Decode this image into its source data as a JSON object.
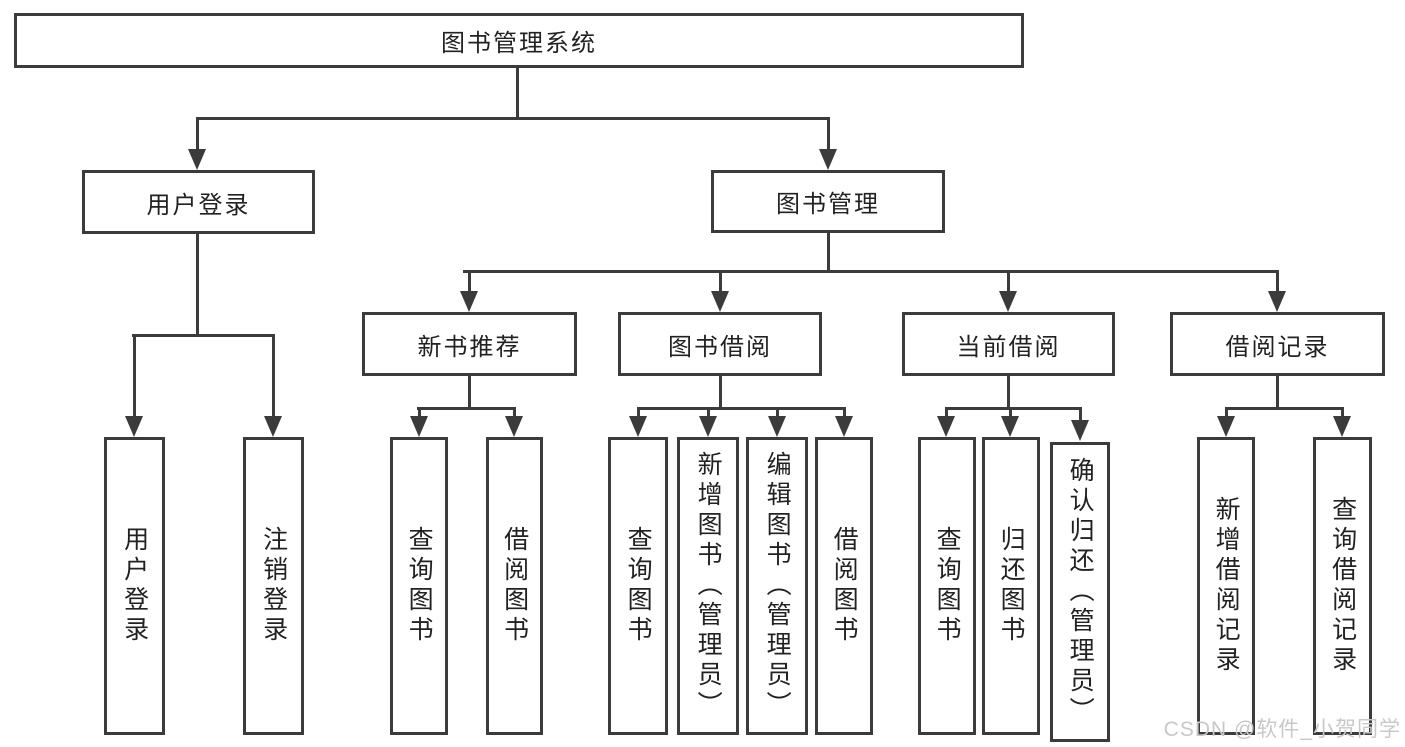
{
  "diagram": {
    "root": {
      "label": "图书管理系统"
    },
    "user_login": {
      "label": "用户登录",
      "children": [
        {
          "label": "用户登录"
        },
        {
          "label": "注销登录"
        }
      ]
    },
    "book_mgmt": {
      "label": "图书管理",
      "children": [
        {
          "label": "新书推荐",
          "children": [
            {
              "label": "查询图书"
            },
            {
              "label": "借阅图书"
            }
          ]
        },
        {
          "label": "图书借阅",
          "children": [
            {
              "label": "查询图书"
            },
            {
              "label": "新增图书（管理员）"
            },
            {
              "label": "编辑图书（管理员）"
            },
            {
              "label": "借阅图书"
            }
          ]
        },
        {
          "label": "当前借阅",
          "children": [
            {
              "label": "查询图书"
            },
            {
              "label": "归还图书"
            },
            {
              "label": "确认归还（管理员）"
            }
          ]
        },
        {
          "label": "借阅记录",
          "children": [
            {
              "label": "新增借阅记录"
            },
            {
              "label": "查询借阅记录"
            }
          ]
        }
      ]
    }
  },
  "watermark": {
    "text": "CSDN @软件_小贺同学"
  },
  "colors": {
    "line": "#3b3b3b",
    "text": "#222222",
    "watermark": "#c8c8c8",
    "background": "#ffffff"
  }
}
